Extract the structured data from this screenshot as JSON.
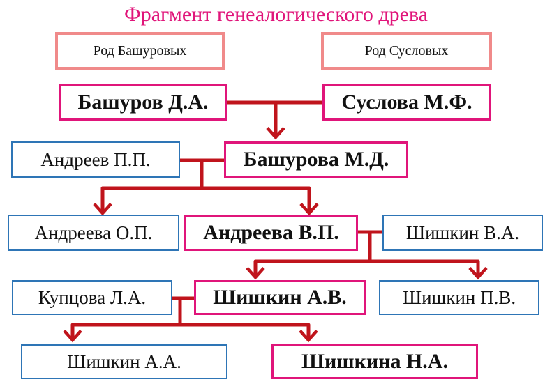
{
  "title": "Фрагмент генеалогического  древа",
  "clans": {
    "left": "Род  Башуровых",
    "right": "Род  Сусловых"
  },
  "people": {
    "bashurov_da": "Башуров Д.А.",
    "suslova_mf": "Суслова М.Ф.",
    "andreev_pp": "Андреев П.П.",
    "bashurova_md": "Башурова М.Д.",
    "andreeva_op": "Андреева О.П.",
    "andreeva_vp": "Андреева В.П.",
    "shishkin_va": "Шишкин В.А.",
    "kuptsova_la": "Купцова Л.А.",
    "shishkin_av": "Шишкин А.В.",
    "shishkin_pv": "Шишкин П.В.",
    "shishkin_aa": "Шишкин  А.А.",
    "shishkina_na": "Шишкина Н.А."
  },
  "colors": {
    "title": "#e0157a",
    "connector": "#c0141c",
    "blood_relative_border": "#e0157a",
    "spouse_border": "#2e75b6",
    "clan_border": "#f08a8a"
  }
}
